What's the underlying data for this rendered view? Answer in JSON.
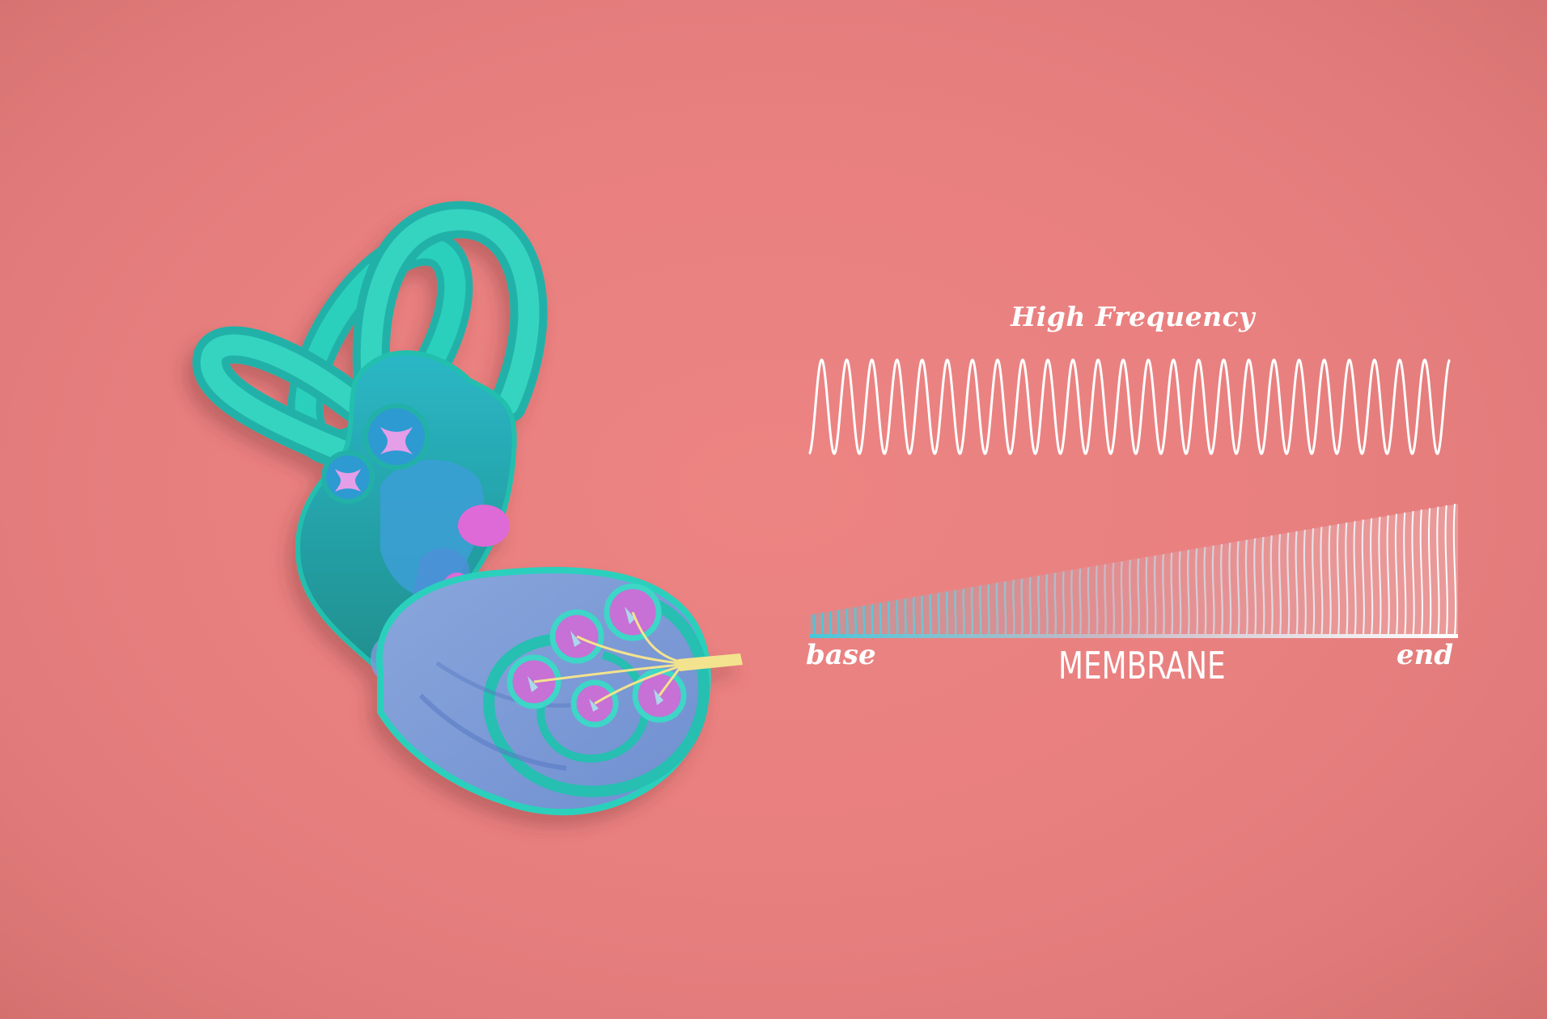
{
  "diagram": {
    "wave_title": "High Frequency",
    "membrane": {
      "start_label": "base",
      "end_label": "end",
      "title": "MEMBRANE"
    },
    "colors": {
      "background": "#e98080",
      "ear_teal": "#2fc3b4",
      "ear_blue": "#3b9fd6",
      "ear_purple": "#7f9ad8",
      "ear_magenta": "#dd6bd6",
      "nerve": "#f3e38e",
      "membrane_base": "#4ac7d9",
      "wave": "#ffffff"
    },
    "icons": [
      "inner-ear-illustration",
      "sine-wave",
      "membrane-gradient-icon"
    ]
  }
}
